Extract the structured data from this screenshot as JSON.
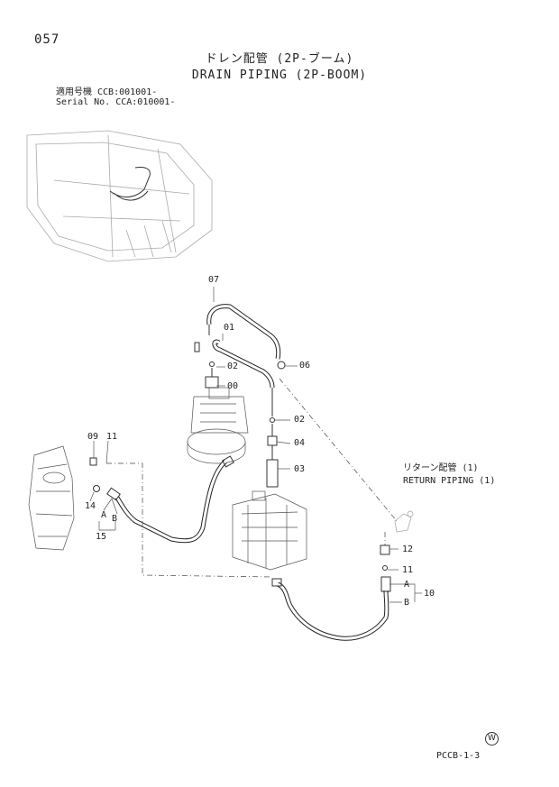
{
  "header": {
    "page_number": "057",
    "title_ja": "ドレン配管 (2P-ブーム)",
    "title_en": "DRAIN PIPING (2P-BOOM)",
    "serial_line_ja": "適用号機 CCB:001001-",
    "serial_line_en": "Serial No. CCA:010001-"
  },
  "callouts": {
    "p07": "07",
    "p01": "01",
    "p02a": "02",
    "p06": "06",
    "p00": "00",
    "p02b": "02",
    "p04": "04",
    "p03": "03",
    "p09": "09",
    "p11a": "11",
    "p14": "14",
    "pA1": "A",
    "pB1": "B",
    "p15": "15",
    "p12": "12",
    "p11b": "11",
    "pA2": "A",
    "pB2": "B",
    "p10": "10"
  },
  "return_note": {
    "ja": "リターン配管 (1)",
    "en": "RETURN PIPING (1)"
  },
  "footer": {
    "marker": "W",
    "doc_ref": "PCCB-1-3"
  }
}
